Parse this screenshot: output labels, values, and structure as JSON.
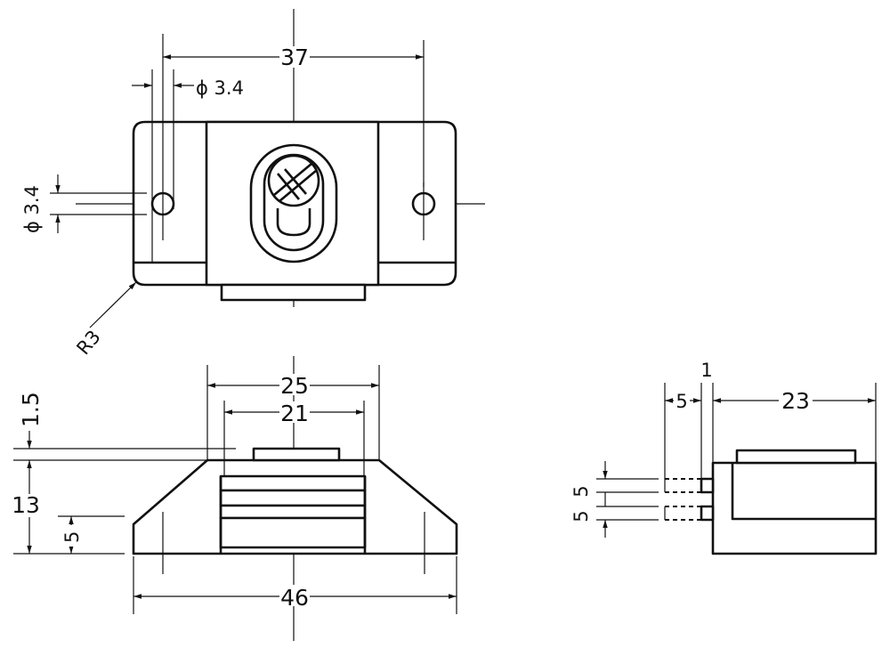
{
  "dimensions": {
    "overall_width": "37",
    "hole_dia_top": "ϕ 3.4",
    "hole_dia_side": "ϕ 3.4",
    "radius": "R3",
    "width_25": "25",
    "width_21": "21",
    "height_1_5": "1.5",
    "height_13": "13",
    "height_5": "5",
    "base_46": "46",
    "depth_1": "1",
    "depth_5": "5",
    "depth_23": "23",
    "spacing_5a": "5",
    "spacing_5b": "5"
  }
}
